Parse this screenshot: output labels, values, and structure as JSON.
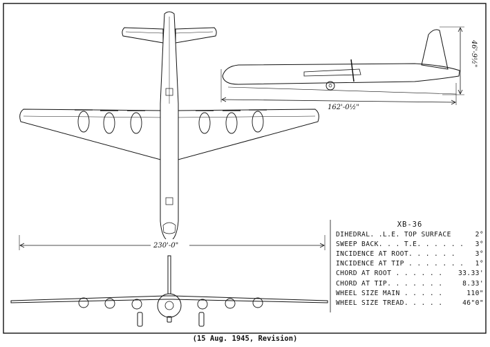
{
  "dimensions": {
    "height": "46'-9½\"",
    "length": "162'-0½\"",
    "span": "230'-0\""
  },
  "specs": {
    "title": "XB-36",
    "rows": [
      {
        "label": "DIHEDRAL. .L.E. TOP SURFACE",
        "value": "2°"
      },
      {
        "label": "SWEEP BACK. . . T.E. . . . . .",
        "value": "3°"
      },
      {
        "label": "INCIDENCE AT ROOT. . . . . .",
        "value": "3°"
      },
      {
        "label": "INCIDENCE AT TIP . . . . . . .",
        "value": "1°"
      },
      {
        "label": "CHORD AT ROOT . . . . . .",
        "value": "33.33'"
      },
      {
        "label": "CHORD AT TIP. . . . . . .",
        "value": "8.33'"
      },
      {
        "label": "WHEEL SIZE MAIN . . . . .",
        "value": "110\""
      },
      {
        "label": "WHEEL SIZE TREAD. . . . .",
        "value": "46\"0\""
      }
    ]
  },
  "caption": "(15 Aug. 1945, Revision)"
}
